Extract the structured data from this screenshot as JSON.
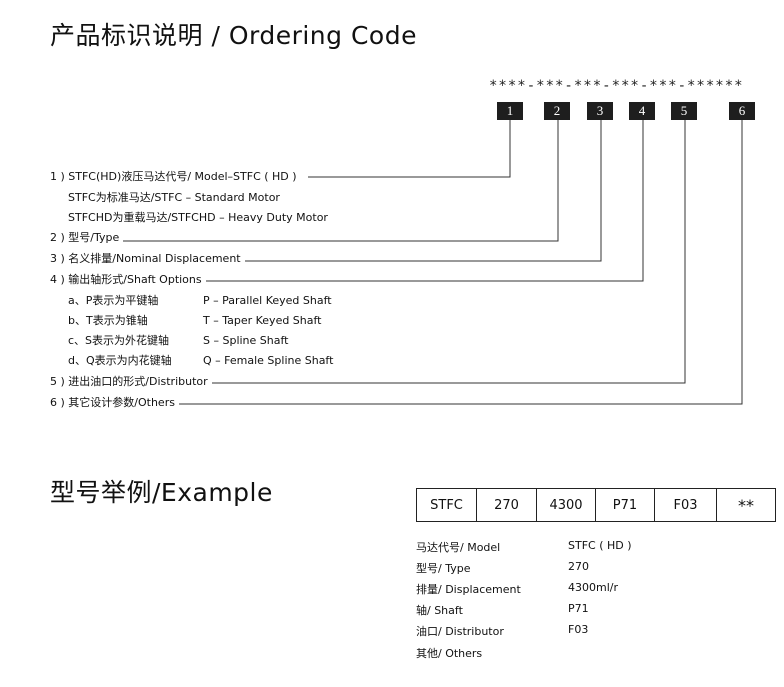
{
  "title": "产品标识说明 / Ordering Code",
  "pattern": "****-***-***-***-***-******",
  "boxes": [
    "1",
    "2",
    "3",
    "4",
    "5",
    "6"
  ],
  "items": {
    "model": "1 ) STFC(HD)液压马达代号/ Model–STFC ( HD )",
    "model_std": "STFC为标准马达/STFC – Standard Motor",
    "model_hd": "STFCHD为重载马达/STFCHD – Heavy Duty Motor",
    "type": "2 ) 型号/Type",
    "displacement": "3 ) 名义排量/Nominal Displacement",
    "shaft": "4 ) 输出轴形式/Shaft Options",
    "shaft_opts": [
      {
        "cn": "a、P表示为平键轴",
        "en": "P – Parallel Keyed Shaft"
      },
      {
        "cn": "b、T表示为锥轴",
        "en": "T – Taper Keyed Shaft"
      },
      {
        "cn": "c、S表示为外花键轴",
        "en": "S – Spline Shaft"
      },
      {
        "cn": "d、Q表示为内花键轴",
        "en": "Q – Female Spline Shaft"
      }
    ],
    "distributor": "5 ) 进出油口的形式/Distributor",
    "others": "6 ) 其它设计参数/Others"
  },
  "example": {
    "title": "型号举例/Example",
    "cells": [
      "STFC",
      "270",
      "4300",
      "P71",
      "F03",
      "**"
    ],
    "rows": [
      {
        "label": "马达代号/ Model",
        "value": "STFC ( HD )"
      },
      {
        "label": "型号/ Type",
        "value": "270"
      },
      {
        "label": "排量/ Displacement",
        "value": "4300ml/r"
      },
      {
        "label": "轴/ Shaft",
        "value": "P71"
      },
      {
        "label": "油口/ Distributor",
        "value": "F03"
      },
      {
        "label": "其他/ Others",
        "value": ""
      }
    ]
  }
}
